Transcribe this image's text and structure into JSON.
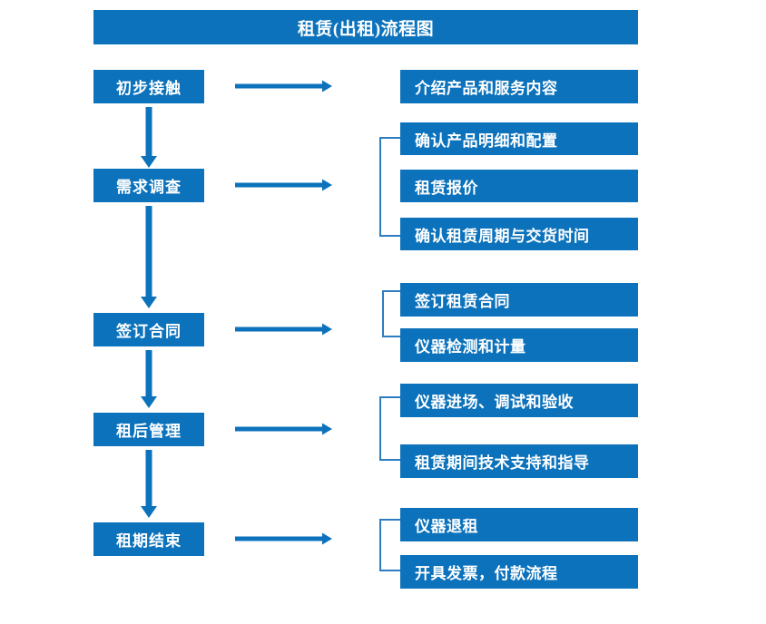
{
  "title": "租赁(出租)流程图",
  "colors": {
    "box_blue": "#0c72bb",
    "bracket_blue": "#2f7cc0",
    "arrow_blue": "#0c72bb",
    "text_white": "#ffffff",
    "background": "#ffffff"
  },
  "stages": [
    {
      "label": "初步接触"
    },
    {
      "label": "需求调查"
    },
    {
      "label": "签订合同"
    },
    {
      "label": "租后管理"
    },
    {
      "label": "租期结束"
    }
  ],
  "details": [
    {
      "label": "介绍产品和服务内容"
    },
    {
      "label": "确认产品明细和配置"
    },
    {
      "label": "租赁报价"
    },
    {
      "label": "确认租赁周期与交货时间"
    },
    {
      "label": "签订租赁合同"
    },
    {
      "label": "仪器检测和计量"
    },
    {
      "label": "仪器进场、调试和验收"
    },
    {
      "label": "租赁期间技术支持和指导"
    },
    {
      "label": "仪器退租"
    },
    {
      "label": "开具发票，付款流程"
    }
  ],
  "icons": {
    "arrow_right": "right-arrow-icon",
    "arrow_down": "down-arrow-icon",
    "bracket": "group-bracket-icon"
  }
}
